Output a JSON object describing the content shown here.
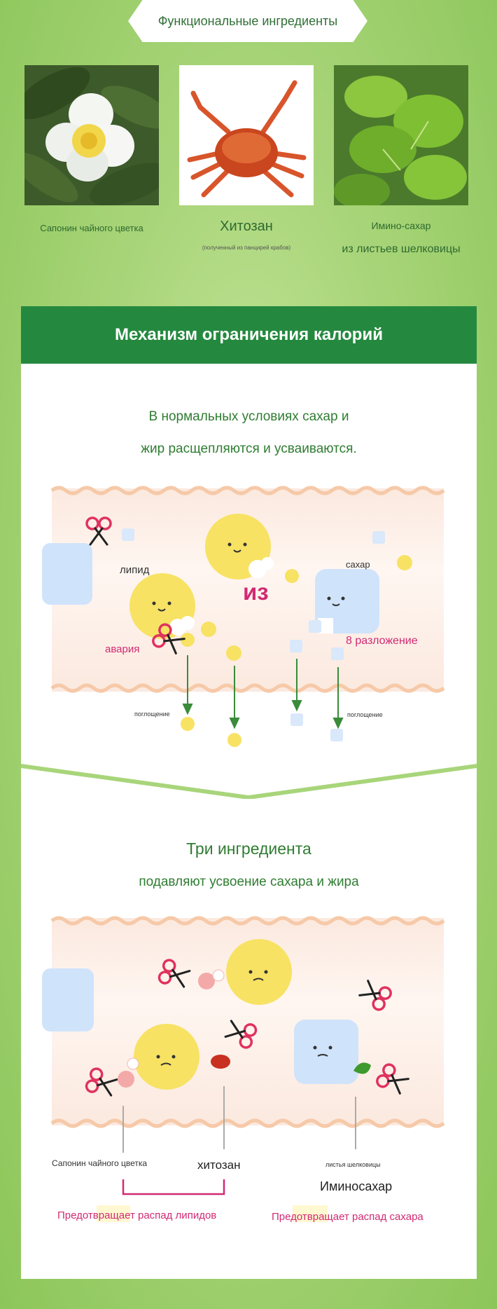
{
  "header": {
    "title": "Функциональные ингредиенты"
  },
  "ingredients": [
    {
      "name": "Сапонин чайного цветка",
      "icon": "tea-flower-photo"
    },
    {
      "name": "Хитозан",
      "note": "(полученный из панцирей крабов)",
      "icon": "crab-photo"
    },
    {
      "name_line1": "Имино-сахар",
      "name_line2": "из листьев шелковицы",
      "icon": "mulberry-leaf-photo"
    }
  ],
  "mechanism": {
    "title": "Механизм ограничения калорий",
    "normal_line1": "В нормальных условиях сахар и",
    "normal_line2": "жир расщепляются и усваиваются.",
    "diagram1": {
      "lipid_label": "липид",
      "center_label": "из",
      "sugar_label": "сахар",
      "breakdown_left": "авария",
      "breakdown_right": "8 разложение",
      "absorb_left": "поглощение",
      "absorb_right": "поглощение"
    },
    "three_line1": "Три ингредиента",
    "three_line2": "подавляют усвоение сахара и жира",
    "diagram2": {
      "tea_label": "Сапонин чайного цветка",
      "chitosan_label": "хитозан",
      "mulberry_small": "листья шелковицы",
      "imino_label": "Иминосахар",
      "prevent_lipid": "Предотвращает распад липидов",
      "prevent_sugar": "Предотвращает распад сахара"
    }
  },
  "colors": {
    "accent_green": "#24893f",
    "text_green": "#2f7d32",
    "pink": "#d12a74",
    "yellow": "#f7e264",
    "ice": "#cfe3fb"
  }
}
